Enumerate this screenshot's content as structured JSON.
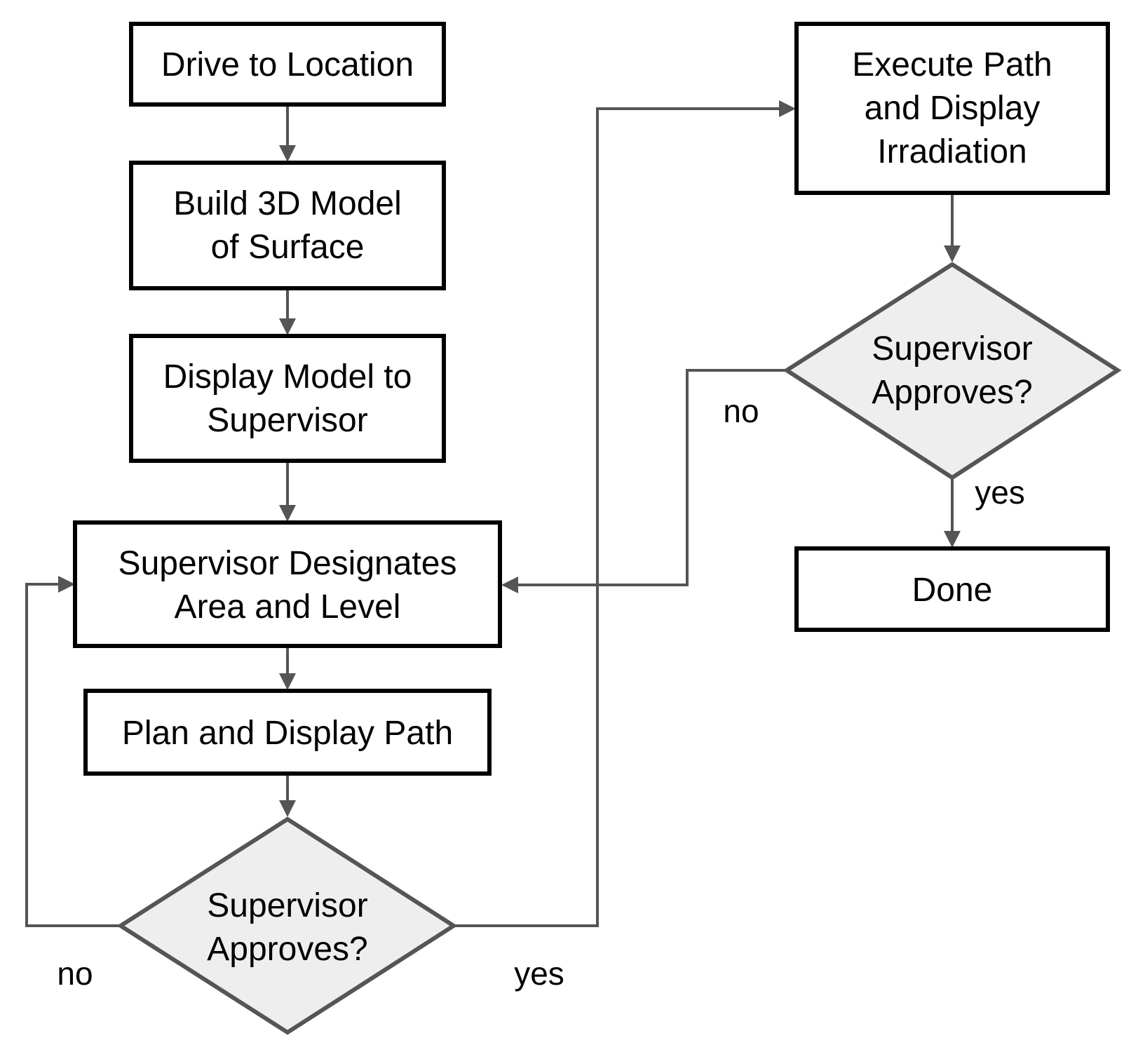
{
  "nodes": {
    "drive_to_location": {
      "lines": [
        "Drive to Location"
      ]
    },
    "build_model": {
      "lines": [
        "Build 3D Model",
        "of Surface"
      ]
    },
    "display_model": {
      "lines": [
        "Display Model to",
        "Supervisor"
      ]
    },
    "designates_area": {
      "lines": [
        "Supervisor Designates",
        "Area and Level"
      ]
    },
    "plan_path": {
      "lines": [
        "Plan and Display Path"
      ]
    },
    "approves_path": {
      "lines": [
        "Supervisor",
        "Approves?"
      ]
    },
    "execute_path": {
      "lines": [
        "Execute Path",
        "and Display",
        "Irradiation"
      ]
    },
    "approves_irradiation": {
      "lines": [
        "Supervisor",
        "Approves?"
      ]
    },
    "done": {
      "lines": [
        "Done"
      ]
    }
  },
  "edge_labels": {
    "path_no": "no",
    "path_yes": "yes",
    "irradiation_no": "no",
    "irradiation_yes": "yes"
  },
  "colors": {
    "box_border": "#000000",
    "decision_fill": "#eeeeee",
    "connector": "#555555"
  }
}
